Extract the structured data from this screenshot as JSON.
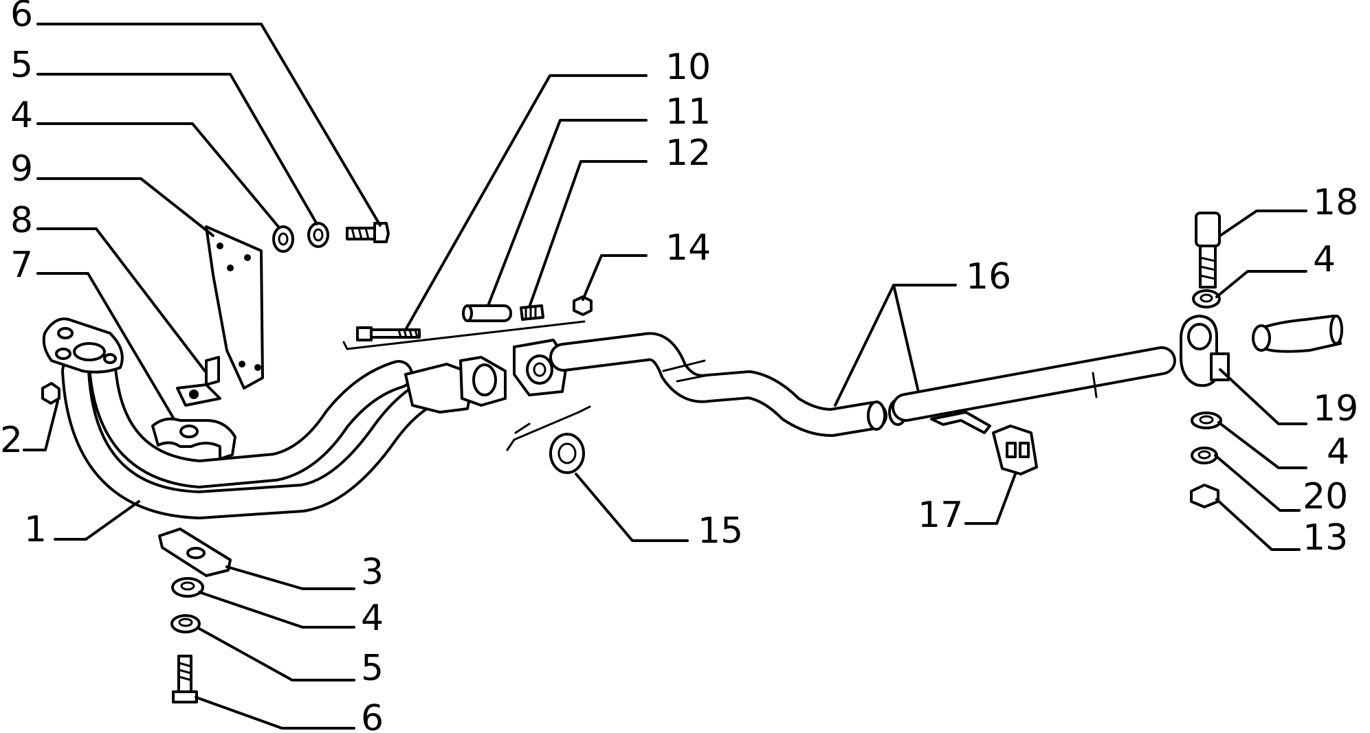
{
  "callouts": {
    "top_left": [
      "6",
      "5",
      "4",
      "9",
      "8",
      "7"
    ],
    "left": [
      "2",
      "1"
    ],
    "bottom_left": [
      "3",
      "4",
      "5",
      "6"
    ],
    "center_top": [
      "10",
      "11",
      "12",
      "14"
    ],
    "center_bottom": [
      "15"
    ],
    "right_center": [
      "16",
      "17"
    ],
    "right": [
      "18",
      "4",
      "19",
      "4",
      "20",
      "13"
    ]
  }
}
